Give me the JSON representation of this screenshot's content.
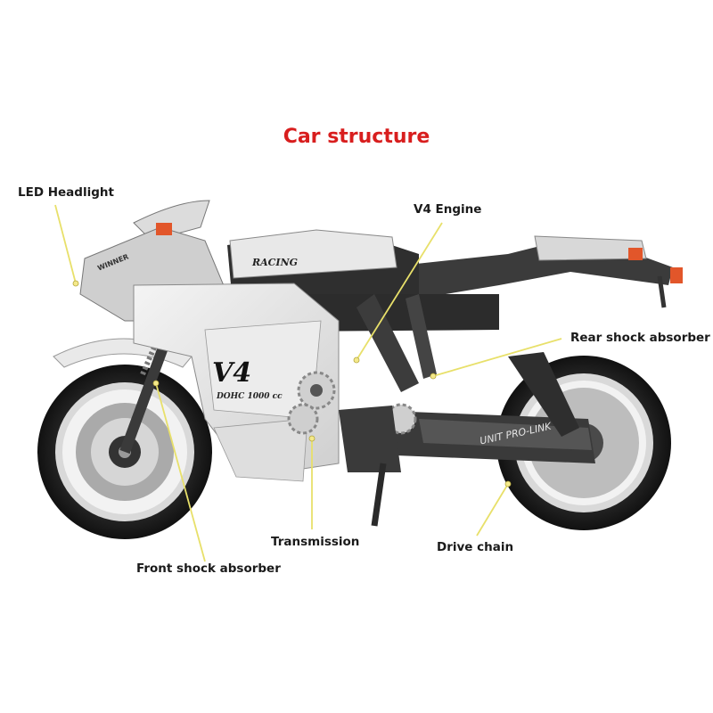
{
  "title": "Car structure",
  "colors": {
    "title": "#d81e1e",
    "leader": "#e8e06a",
    "label": "#1a1a1a"
  },
  "labels": {
    "led_headlight": "LED Headlight",
    "v4_engine": "V4 Engine",
    "rear_shock_absorber": "Rear shock absorber",
    "transmission": "Transmission",
    "drive_chain": "Drive chain",
    "front_shock_absorber": "Front shock absorber"
  },
  "bike_text": {
    "badge": "V4",
    "engine_spec": "DOHC 1000 cc",
    "tank_decal": "RACING",
    "swingarm_decal": "UNIT PRO-LINK",
    "windscreen_decal": "WINNER"
  }
}
